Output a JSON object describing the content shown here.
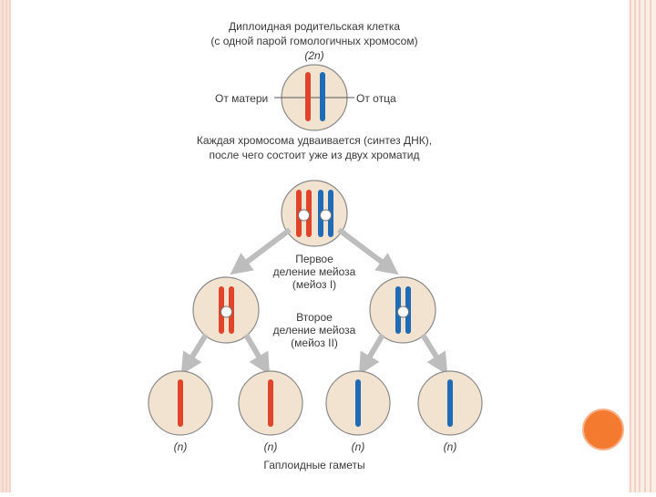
{
  "title": {
    "line1": "Диплоидная родительская клетка",
    "line2": "(с одной парой гомологичных хромосом)",
    "ploidy": "(2n)"
  },
  "labels": {
    "mother": "От матери",
    "father": "От отца",
    "replication_line1": "Каждая хромосома удваивается (синтез ДНК),",
    "replication_line2": "после чего состоит уже из двух хроматид",
    "meiosis1_line1": "Первое",
    "meiosis1_line2": "деление мейоза",
    "meiosis1_line3": "(мейоз I)",
    "meiosis2_line1": "Второе",
    "meiosis2_line2": "деление мейоза",
    "meiosis2_line3": "(мейоз II)",
    "gametes": "Гаплоидные гаметы"
  },
  "gametes": [
    "(n)",
    "(n)",
    "(n)",
    "(n)"
  ],
  "colors": {
    "maternal": "#e0442a",
    "paternal": "#1f6bb5",
    "cell_fill": "#f1e3cf",
    "cell_stroke": "#8a8a8a",
    "arrow": "#bdbdbd",
    "frame_left": "#f6d9cc",
    "frame_right": "#e6a58c",
    "accent_dot": "#f47a30"
  }
}
